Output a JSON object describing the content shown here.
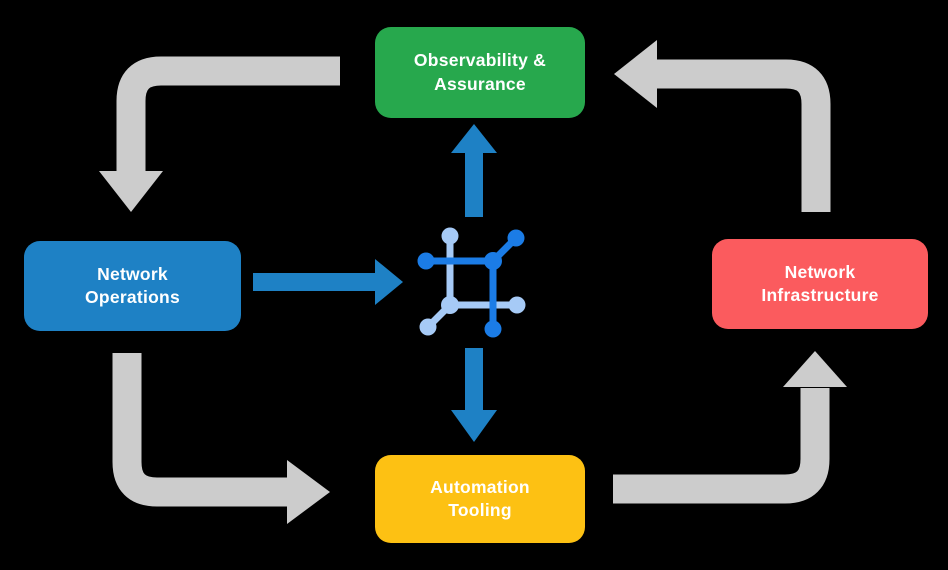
{
  "diagram": {
    "background_color": "#000000",
    "nodes": {
      "observability": {
        "label": "Observability &\nAssurance",
        "color": "#27A84D"
      },
      "operations": {
        "label": "Network\nOperations",
        "color": "#1E81C5"
      },
      "infrastructure": {
        "label": "Network\nInfrastructure",
        "color": "#FB5B5E"
      },
      "automation": {
        "label": "Automation\nTooling",
        "color": "#FDC113"
      }
    },
    "center_icon": {
      "name": "network-nodes-icon",
      "dark_blue": "#1B7CE6",
      "light_blue": "#A6CAF6"
    },
    "outer_flows": [
      {
        "from": "observability",
        "to": "operations",
        "color": "#CCCCCC"
      },
      {
        "from": "operations",
        "to": "automation",
        "color": "#CCCCCC"
      },
      {
        "from": "automation",
        "to": "infrastructure",
        "color": "#CCCCCC"
      },
      {
        "from": "infrastructure",
        "to": "observability",
        "color": "#CCCCCC"
      }
    ],
    "inner_flows": [
      {
        "from": "operations",
        "to": "center-icon",
        "color": "#1E81C5"
      },
      {
        "from": "center-icon",
        "to": "observability",
        "color": "#1E81C5"
      },
      {
        "from": "center-icon",
        "to": "automation",
        "color": "#1E81C5"
      }
    ]
  }
}
